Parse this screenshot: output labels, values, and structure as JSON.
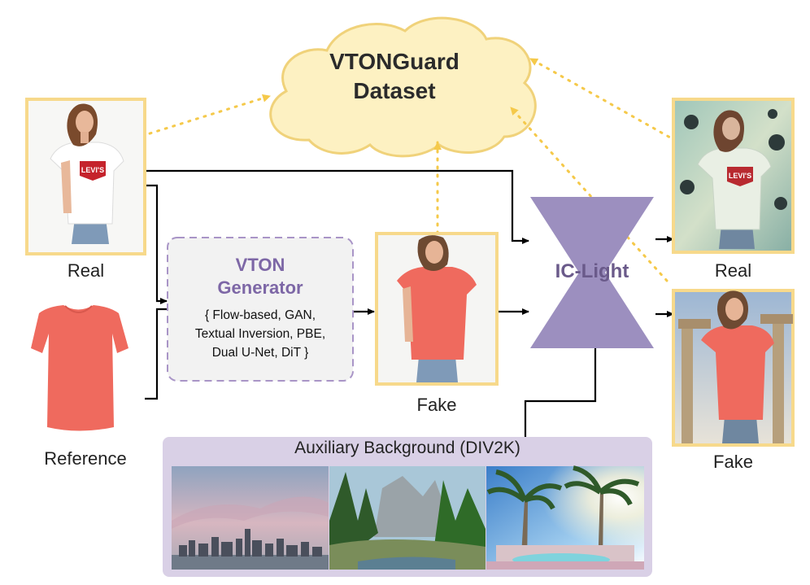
{
  "cloud": {
    "line1": "VTONGuard",
    "line2": "Dataset"
  },
  "labels": {
    "real_left": "Real",
    "reference": "Reference",
    "fake_middle": "Fake",
    "real_right": "Real",
    "fake_right": "Fake"
  },
  "vton": {
    "title_line1": "VTON",
    "title_line2": "Generator",
    "methods_line1": "{ Flow-based, GAN,",
    "methods_line2": "Textual Inversion, PBE,",
    "methods_line3": "Dual U-Net, DiT }"
  },
  "ic_light": {
    "label": "IC-Light"
  },
  "auxiliary": {
    "title": "Auxiliary Background (DIV2K)"
  },
  "shirt_logo": "LEVI'S",
  "colors": {
    "cloud_fill": "#fdf1c2",
    "cloud_stroke": "#f0d27a",
    "photo_border": "#f7d98b",
    "vton_box_fill": "#f2f2f2",
    "vton_box_border": "#a995c7",
    "ic_light_fill": "#9c8fbf",
    "aux_panel": "#d9d0e6",
    "dotted_arrow": "#f5c94a",
    "solid_arrow": "#000000",
    "coral_shirt": "#ef6a5e"
  }
}
